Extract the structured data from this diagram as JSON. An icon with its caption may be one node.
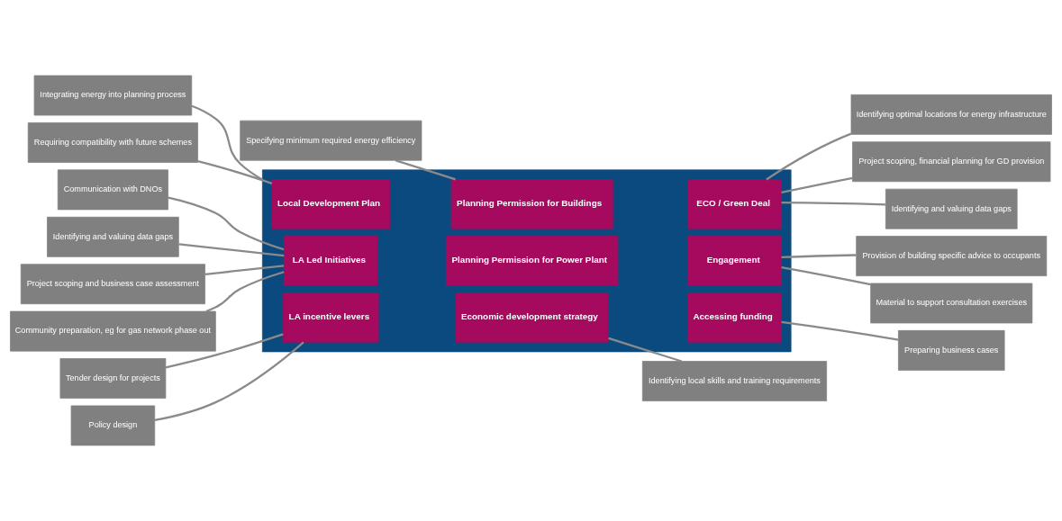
{
  "diagram": {
    "nodes": [
      {
        "text": [],
        "shape": "box"
      },
      {
        "text": [
          "Local Development Plan"
        ],
        "in": 0
      },
      {
        "text": [
          "Planning Permission for Buildings"
        ],
        "in": 0
      },
      {
        "text": [
          "ECO / Green Deal"
        ],
        "in": 0
      },
      {
        "text": [
          "LA Led Initiatives"
        ],
        "in": 0
      },
      {
        "text": [
          "Planning Permission for Power Plant"
        ],
        "in": 0
      },
      {
        "text": [
          "Engagement"
        ],
        "in": 0
      },
      {
        "text": [
          "LA incentive levers"
        ],
        "in": 0
      },
      {
        "text": [
          "Economic development strategy"
        ],
        "in": 0
      },
      {
        "text": [
          "Accessing funding"
        ],
        "in": 0
      },
      {
        "text": [
          "Integrating energy into planning process"
        ]
      },
      {
        "text": [
          "Requiring compatibility with future schemes"
        ]
      },
      {
        "text": [
          "Specifying minimum required energy efficiency"
        ]
      },
      {
        "text": [
          "Identifying optimal locations for energy infrastructure"
        ]
      },
      {
        "text": [
          "Project scoping, financial planning for GD provision"
        ]
      },
      {
        "text": [
          "Communication with DNOs"
        ]
      },
      {
        "text": [
          "Identifying and valuing data gaps"
        ]
      },
      {
        "text": [
          "Identifying and valuing data gaps"
        ]
      },
      {
        "text": [
          "Provision of building specific advice to occupants"
        ]
      },
      {
        "text": [
          "Project scoping and business case assessment"
        ]
      },
      {
        "text": [
          "Material to support consultation exercises"
        ]
      },
      {
        "text": [
          "Tender design for projects"
        ]
      },
      {
        "text": [
          "Policy design"
        ]
      },
      {
        "text": [
          "Community preparation, eg for gas network phase out"
        ]
      },
      {
        "text": [
          "Identifying local skills and training requirements"
        ]
      },
      {
        "text": [
          "Preparing business cases"
        ]
      }
    ],
    "edges": [
      {
        "from": 10,
        "to": 0,
        "arrow": "none"
      },
      {
        "from": 11,
        "to": 1,
        "arrow": "none"
      },
      {
        "from": 12,
        "to": 2,
        "arrow": "none"
      },
      {
        "from": 13,
        "to": 3,
        "arrow": "none"
      },
      {
        "from": 14,
        "to": 3,
        "arrow": "none"
      },
      {
        "from": 15,
        "to": 4,
        "arrow": "none"
      },
      {
        "from": 16,
        "to": 3,
        "arrow": "none"
      },
      {
        "from": 17,
        "to": 4,
        "arrow": "none"
      },
      {
        "from": 18,
        "to": 6,
        "arrow": "none"
      },
      {
        "from": 19,
        "to": 4,
        "arrow": "none"
      },
      {
        "from": 20,
        "to": 6,
        "arrow": "none"
      },
      {
        "from": 21,
        "to": 7,
        "arrow": "none"
      },
      {
        "from": 22,
        "to": 7,
        "arrow": "none"
      },
      {
        "from": 23,
        "to": 4,
        "arrow": "none"
      },
      {
        "from": 24,
        "to": 8,
        "arrow": "none"
      },
      {
        "from": 25,
        "to": 9,
        "arrow": "none"
      }
    ]
  }
}
